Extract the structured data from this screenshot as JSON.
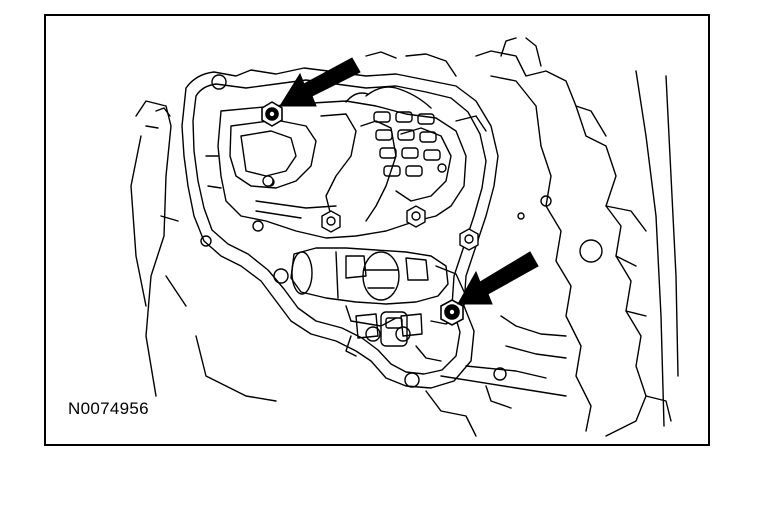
{
  "figure": {
    "id_label": "N0074956"
  },
  "colors": {
    "ink": "#000000",
    "paper": "#ffffff",
    "arrow_fill": "#000000"
  },
  "callouts": [
    {
      "name": "upper-bolt-arrow",
      "points_to": "upper-left-bolt"
    },
    {
      "name": "lower-bolt-arrow",
      "points_to": "lower-right-bolt"
    }
  ]
}
